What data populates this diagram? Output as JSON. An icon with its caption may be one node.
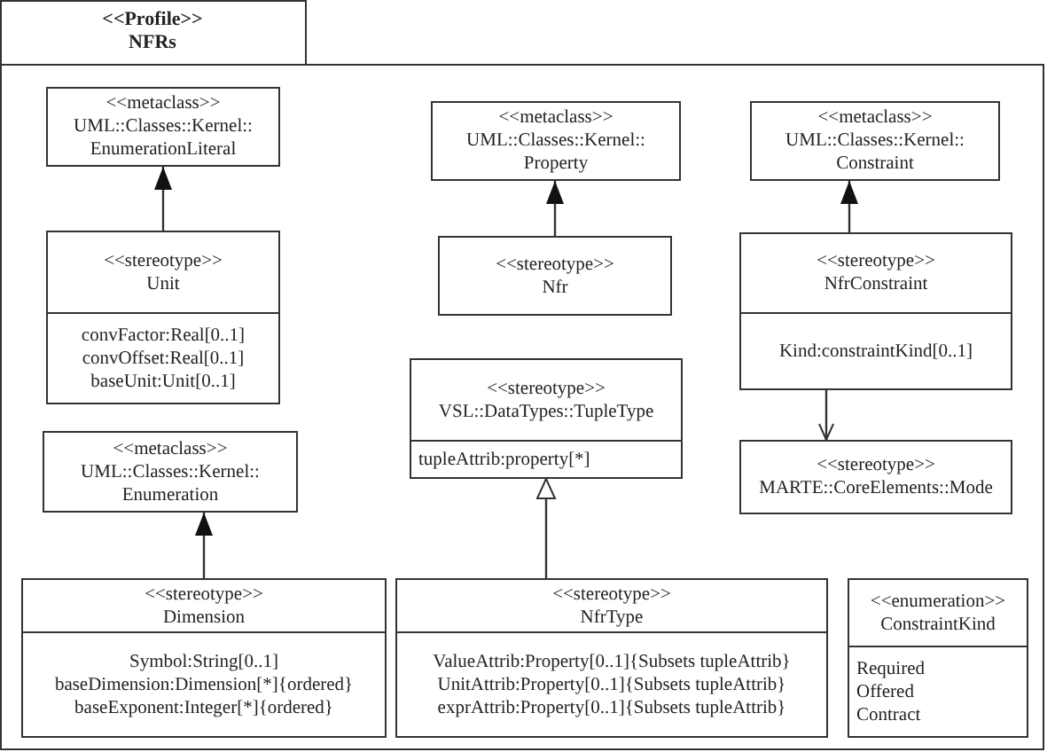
{
  "diagram": {
    "nodes": [
      {
        "text": [
          "<<Profile>>",
          "NFRs"
        ]
      },
      {
        "text": [
          "<<metaclass>>",
          "UML::Classes::Kernel:: EnumerationLiteral"
        ],
        "in": 0
      },
      {
        "text": [
          "<<stereotype>>",
          "Unit",
          "convFactor:Real[0..1]",
          "convOffset:Real[0..1]",
          "baseUnit:Unit[0..1]"
        ],
        "in": 0
      },
      {
        "text": [
          "<<metaclass>>",
          "UML::Classes::Kernel:: Property"
        ],
        "in": 0
      },
      {
        "text": [
          "<<stereotype>>",
          "Nfr"
        ],
        "in": 0
      },
      {
        "text": [
          "<<metaclass>>",
          "UML::Classes::Kernel:: Constraint"
        ],
        "in": 0
      },
      {
        "text": [
          "<<stereotype>>",
          "NfrConstraint",
          "Kind:constraintKind[0..1]"
        ],
        "in": 0
      },
      {
        "text": [
          "<<stereotype>>",
          "MARTE::CoreElements::Mode"
        ],
        "in": 0
      },
      {
        "text": [
          "<<stereotype>>",
          "VSL::DataTypes::TupleType",
          "tupleAttrib:property[*]"
        ],
        "in": 0
      },
      {
        "text": [
          "<<metaclass>>",
          "UML::Classes::Kernel:: Enumeration"
        ],
        "in": 0
      },
      {
        "text": [
          "<<stereotype>>",
          "Dimension",
          "Symbol:String[0..1]",
          "baseDimension:Dimension[*]{ordered}",
          "baseExponent:Integer[*]{ordered}"
        ],
        "in": 0
      },
      {
        "text": [
          "<<stereotype>>",
          "NfrType",
          "ValueAttrib:Property[0..1]{Subsets tupleAttrib}",
          "UnitAttrib:Property[0..1]{Subsets tupleAttrib}",
          "exprAttrib:Property[0..1]{Subsets tupleAttrib}"
        ],
        "in": 0
      },
      {
        "text": [
          "<<enumeration>>",
          "ConstraintKind",
          "Required",
          "Offered",
          "Contract"
        ],
        "in": 0
      }
    ],
    "edges": [
      {
        "from": 2,
        "to": 1,
        "arrow": "to"
      },
      {
        "from": 4,
        "to": 3,
        "arrow": "to"
      },
      {
        "from": 6,
        "to": 5,
        "arrow": "to"
      },
      {
        "from": 6,
        "to": 7,
        "arrow": "to"
      },
      {
        "from": 11,
        "to": 8,
        "arrow": "to"
      },
      {
        "from": 10,
        "to": 9,
        "arrow": "to"
      }
    ]
  }
}
